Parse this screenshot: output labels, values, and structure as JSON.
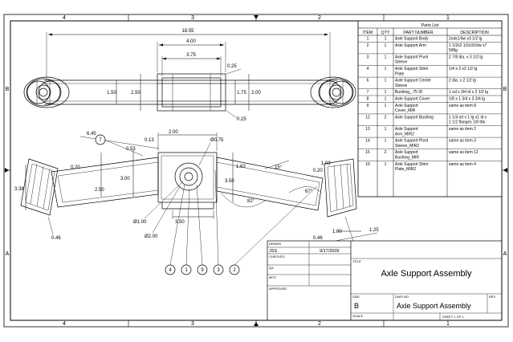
{
  "zones": {
    "columns": [
      "4",
      "3",
      "2",
      "1"
    ],
    "rows": [
      "B",
      "A"
    ]
  },
  "parts_list": {
    "title": "Parts List",
    "headers": [
      "ITEM",
      "QTY",
      "PART NUMBER",
      "DESCRIPTION"
    ],
    "rows": [
      {
        "item": "1",
        "qty": "1",
        "part": [
          "Axle Support Body"
        ],
        "desc": [
          "2x4x1/4w x3 1/2 lg"
        ]
      },
      {
        "item": "2",
        "qty": "1",
        "part": [
          "Axle Support Arm"
        ],
        "desc": [
          "1 1/2x2 1/2x3/16w x7",
          "5/8lg"
        ]
      },
      {
        "item": "3",
        "qty": "1",
        "part": [
          "Axle Support Pivot",
          "Sleeve"
        ],
        "desc": [
          "2 7/8 dia. x 3 1/2 lg"
        ]
      },
      {
        "item": "4",
        "qty": "1",
        "part": [
          "Axle Support Shim",
          "Plate"
        ],
        "desc": [
          "1/4 x 3 x3 1/2 lg"
        ]
      },
      {
        "item": "6",
        "qty": "1",
        "part": [
          "Axle Support Center",
          "Sleeve"
        ],
        "desc": [
          "2 dia. x 2 1/2 lg"
        ]
      },
      {
        "item": "7",
        "qty": "1",
        "part": [
          "Bushing_.75 ID"
        ],
        "desc": [
          "1 od x 3/4 id x 2 1/2 lg"
        ]
      },
      {
        "item": "8",
        "qty": "1",
        "part": [
          "Axle Support Cover"
        ],
        "desc": [
          "1/8 x 1 3/4 x 3 3/4 lg"
        ]
      },
      {
        "item": "9",
        "qty": "1",
        "part": [
          "Axle Support",
          "Cover_MIR"
        ],
        "desc": [
          "same as item 8"
        ]
      },
      {
        "item": "12",
        "qty": "2",
        "part": [
          "Axle Support Bushing"
        ],
        "desc": [
          "1 1/4 od x 1 lg x1 id x",
          "1 1/2 flanges 1/8 thk."
        ]
      },
      {
        "item": "13",
        "qty": "1",
        "part": [
          "Axle Support",
          "Arm_MIR2"
        ],
        "desc": [
          "same as item 2"
        ]
      },
      {
        "item": "14",
        "qty": "1",
        "part": [
          "Axle Support Pivot",
          "Sleeve_MIR2"
        ],
        "desc": [
          "same as item 3"
        ]
      },
      {
        "item": "15",
        "qty": "2",
        "part": [
          "Axle Support",
          "Bushing_MIR"
        ],
        "desc": [
          "same as item 12"
        ]
      },
      {
        "item": "16",
        "qty": "1",
        "part": [
          "Axle Support Shim",
          "Plate_MIR2"
        ],
        "desc": [
          "same as item 4"
        ]
      }
    ]
  },
  "title_block": {
    "drawn_label": "DRAWN",
    "drawn_by": "JSS",
    "drawn_date": "9/17/2009",
    "checked_label": "CHECKED",
    "qa_label": "QA",
    "mfg_label": "MFG",
    "approved_label": "APPROVED",
    "title_label": "TITLE",
    "title": "Axle Support Assembly",
    "size_label": "SIZE",
    "size": "B",
    "dwg_label": "DWG NO",
    "dwg_no": "Axle Support Assembly",
    "rev_label": "REV",
    "scale_label": "SCALE",
    "sheet": "SHEET 1 OF 1"
  },
  "top_view_dims": [
    "18.55",
    "4.00",
    "3.75",
    "0.25",
    "1.50",
    "2.50",
    "1.75",
    "2.00",
    "0.25"
  ],
  "front_view_dims": [
    "6.45",
    "2.00",
    "Ø0.75",
    "0.53",
    "0.13",
    "0.20",
    "2.50",
    "3.00",
    "1.63",
    "3.50",
    "15°",
    "82°",
    "67°",
    "1.03",
    "0.20",
    "3.38",
    "0.46",
    "Ø1.00",
    "Ø2.00",
    "3.50",
    "0.46",
    "1.00",
    "1.25"
  ],
  "balloons": [
    "7",
    "4",
    "1",
    "9",
    "3",
    "2"
  ]
}
